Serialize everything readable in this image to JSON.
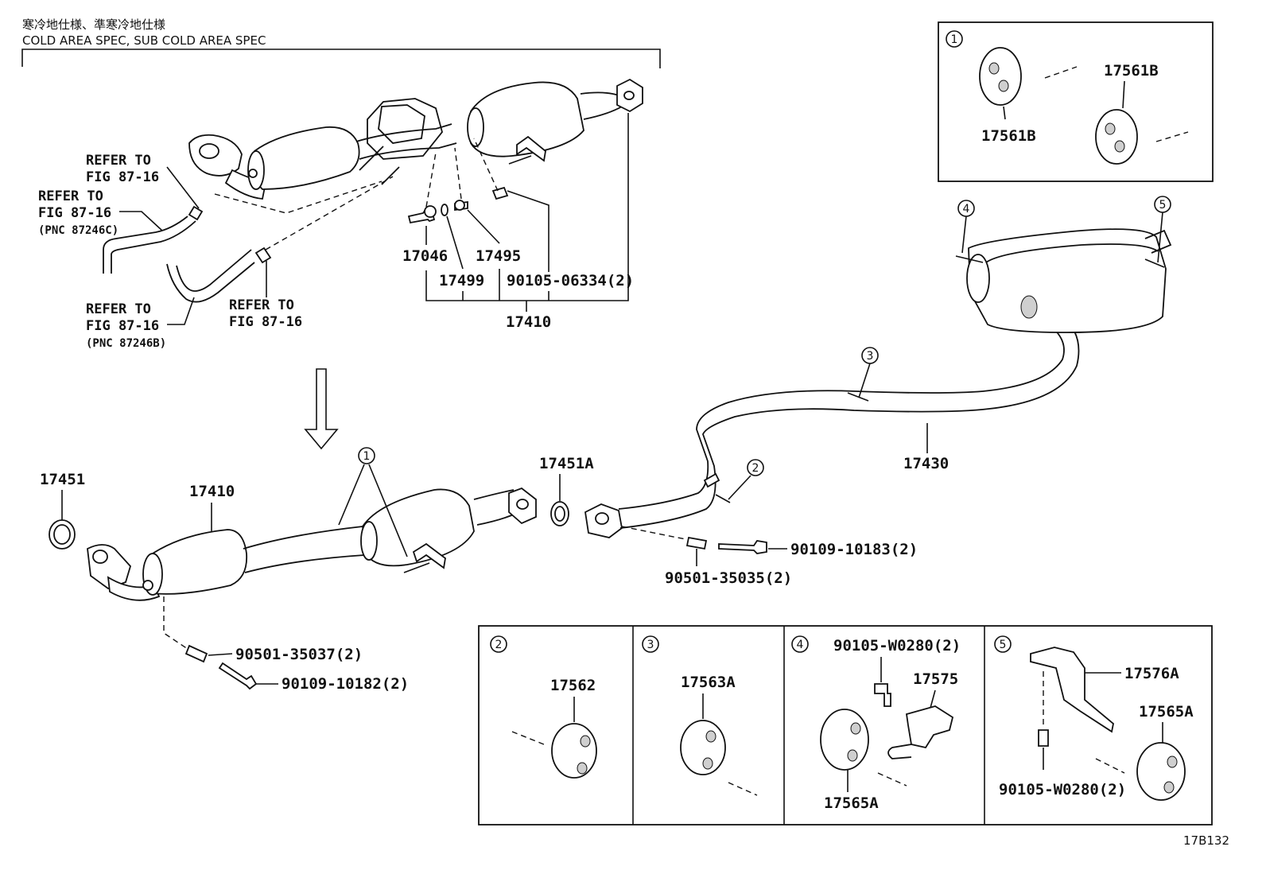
{
  "header": {
    "title_jp": "寒冷地仕様、準寒冷地仕様",
    "title_en": "COLD AREA SPEC, SUB COLD AREA SPEC"
  },
  "labels": {
    "refer_fig_a_line1": "REFER TO",
    "refer_fig_a_line2": "FIG 87-16",
    "refer_fig_b_line1": "REFER TO",
    "refer_fig_b_line2": "FIG 87-16",
    "refer_fig_b_line3": "(PNC 87246C)",
    "refer_fig_c_line1": "REFER TO",
    "refer_fig_c_line2": "FIG 87-16",
    "refer_fig_c_line3": "(PNC 87246B)",
    "refer_fig_d_line1": "REFER TO",
    "refer_fig_d_line2": "FIG 87-16",
    "p17046": "17046",
    "p17495": "17495",
    "p17499": "17499",
    "p9010506334": "90105-06334(2)",
    "p17410_top": "17410",
    "p17451": "17451",
    "p17410_main": "17410",
    "p17451a": "17451A",
    "p17430": "17430",
    "p9010910183": "90109-10183(2)",
    "p9050135035": "90501-35035(2)",
    "p9050135037": "90501-35037(2)",
    "p9010910182": "90109-10182(2)",
    "p17561b_a": "17561B",
    "p17561b_b": "17561B",
    "p17562": "17562",
    "p17563a": "17563A",
    "p90105w0280_a": "90105-W0280(2)",
    "p17575": "17575",
    "p17565a_a": "17565A",
    "p17576a": "17576A",
    "p17565a_b": "17565A",
    "p90105w0280_b": "90105-W0280(2)"
  },
  "callouts": [
    "1",
    "2",
    "3",
    "4",
    "5"
  ],
  "footer": {
    "code": "17B132"
  }
}
